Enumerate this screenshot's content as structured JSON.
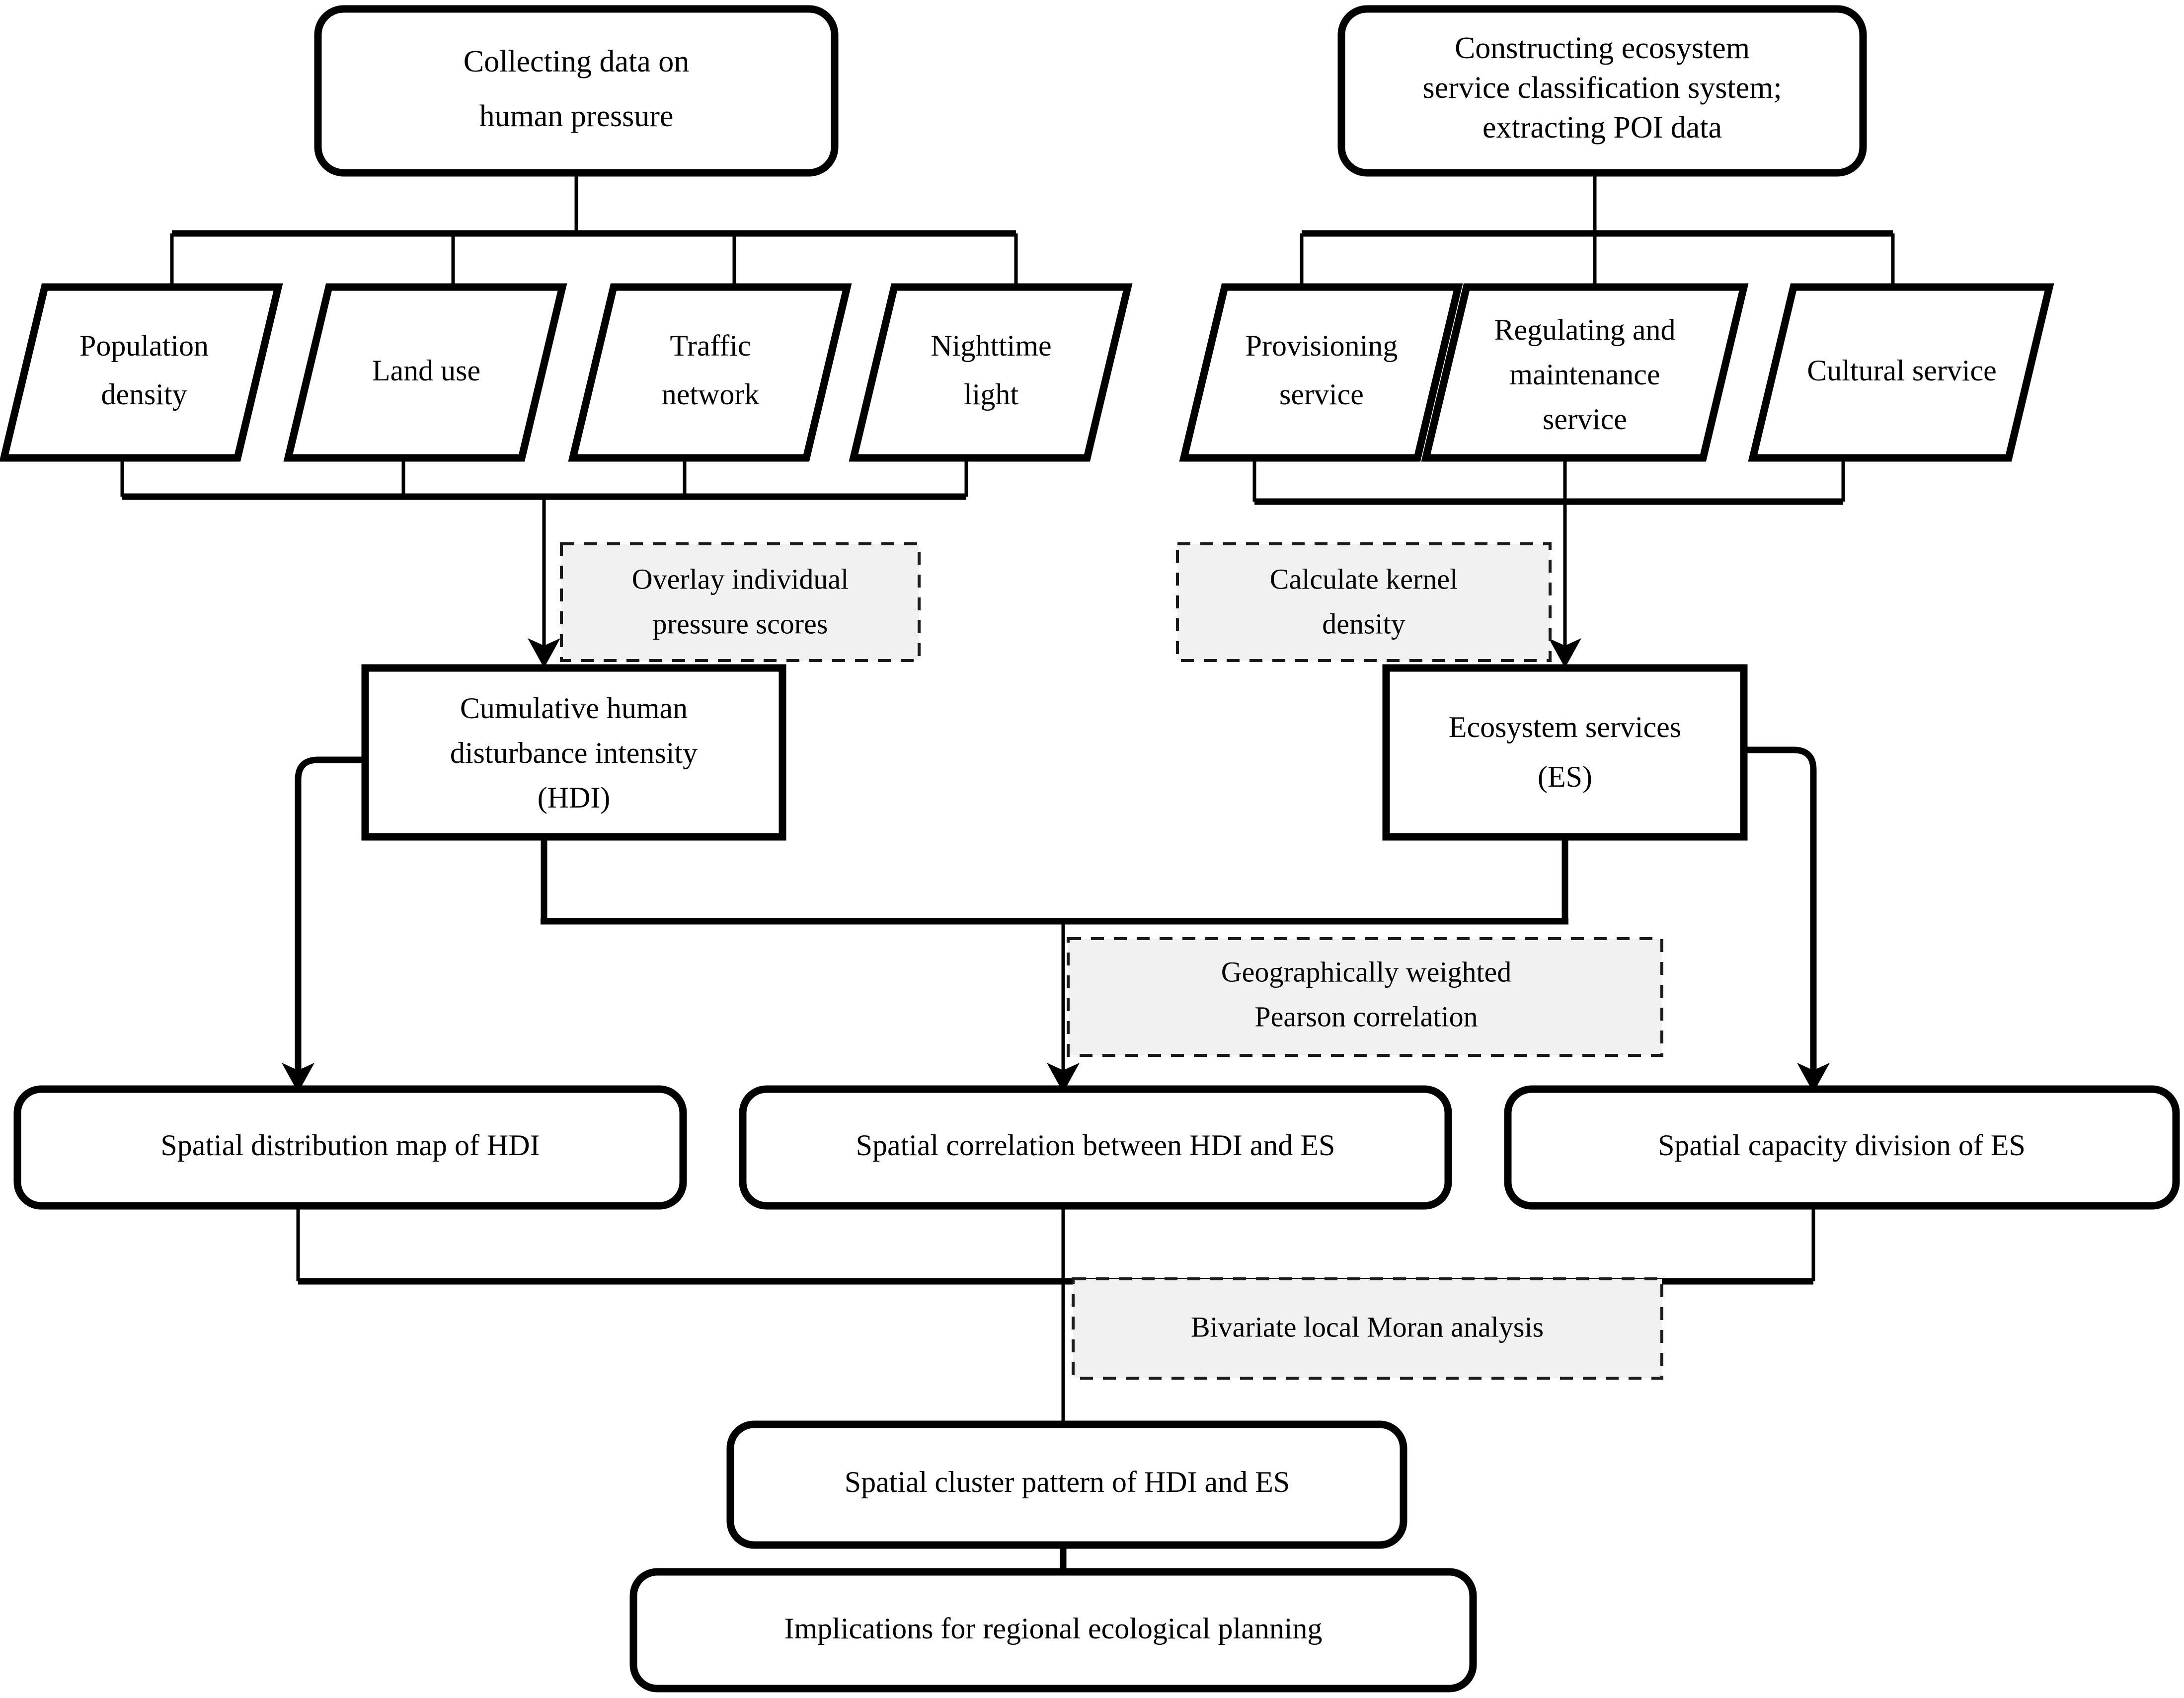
{
  "diagram": {
    "title": "Research framework flowchart: human disturbance intensity and ecosystem services",
    "type": "flowchart",
    "colors": {
      "stroke": "#000000",
      "node_fill": "#ffffff",
      "process_label_fill": "#f1f1f1",
      "process_label_stroke": "#1a1a1a"
    }
  },
  "nodes": {
    "collect_human_pressure": {
      "line1": "Collecting data on",
      "line2": "human pressure",
      "shape": "rounded-rectangle"
    },
    "construct_es_system": {
      "line1": "Constructing ecosystem",
      "line2": "service classification system;",
      "line3": "extracting POI data",
      "shape": "rounded-rectangle"
    },
    "population_density": {
      "line1": "Population",
      "line2": "density",
      "shape": "parallelogram"
    },
    "land_use": {
      "line1": "Land use",
      "line2": "",
      "shape": "parallelogram"
    },
    "traffic_network": {
      "line1": "Traffic",
      "line2": "network",
      "shape": "parallelogram"
    },
    "nighttime_light": {
      "line1": "Nighttime",
      "line2": "light",
      "shape": "parallelogram"
    },
    "provisioning_service": {
      "line1": "Provisioning",
      "line2": "service",
      "shape": "parallelogram"
    },
    "regulating_maintenance_service": {
      "line1": "Regulating and",
      "line2": "maintenance",
      "line3": "service",
      "shape": "parallelogram"
    },
    "cultural_service": {
      "line1": "Cultural service",
      "line2": "",
      "shape": "parallelogram"
    },
    "hdi": {
      "line1": "Cumulative human",
      "line2": "disturbance intensity",
      "line3": "(HDI)",
      "shape": "rectangle"
    },
    "es": {
      "line1": "Ecosystem services",
      "line2": "(ES)",
      "shape": "rectangle"
    },
    "spatial_distribution_map_hdi": {
      "line1": "Spatial distribution map of HDI",
      "shape": "rounded-rectangle"
    },
    "spatial_correlation_hdi_es": {
      "line1": "Spatial correlation between HDI and ES",
      "shape": "rounded-rectangle"
    },
    "spatial_capacity_division_es": {
      "line1": "Spatial capacity division of ES",
      "shape": "rounded-rectangle"
    },
    "spatial_cluster_pattern": {
      "line1": "Spatial cluster pattern of HDI and ES",
      "shape": "rounded-rectangle"
    },
    "implications": {
      "line1": "Implications for regional ecological planning",
      "shape": "rounded-rectangle"
    }
  },
  "process_labels": {
    "overlay_pressure_scores": {
      "line1": "Overlay individual",
      "line2": "pressure scores"
    },
    "calculate_kernel_density": {
      "line1": "Calculate kernel",
      "line2": "density"
    },
    "gw_pearson_correlation": {
      "line1": "Geographically weighted",
      "line2": "Pearson correlation"
    },
    "bivariate_moran": {
      "line1": "Bivariate local Moran analysis",
      "line2": ""
    }
  },
  "edges": [
    {
      "from": "collect_human_pressure",
      "to": "population_density"
    },
    {
      "from": "collect_human_pressure",
      "to": "land_use"
    },
    {
      "from": "collect_human_pressure",
      "to": "traffic_network"
    },
    {
      "from": "collect_human_pressure",
      "to": "nighttime_light"
    },
    {
      "from": "construct_es_system",
      "to": "provisioning_service"
    },
    {
      "from": "construct_es_system",
      "to": "regulating_maintenance_service"
    },
    {
      "from": "construct_es_system",
      "to": "cultural_service"
    },
    {
      "from": "population_density",
      "to": "hdi",
      "label": "overlay_pressure_scores"
    },
    {
      "from": "land_use",
      "to": "hdi",
      "label": "overlay_pressure_scores"
    },
    {
      "from": "traffic_network",
      "to": "hdi",
      "label": "overlay_pressure_scores"
    },
    {
      "from": "nighttime_light",
      "to": "hdi",
      "label": "overlay_pressure_scores"
    },
    {
      "from": "provisioning_service",
      "to": "es",
      "label": "calculate_kernel_density"
    },
    {
      "from": "regulating_maintenance_service",
      "to": "es",
      "label": "calculate_kernel_density"
    },
    {
      "from": "cultural_service",
      "to": "es",
      "label": "calculate_kernel_density"
    },
    {
      "from": "hdi",
      "to": "spatial_distribution_map_hdi"
    },
    {
      "from": "hdi",
      "to": "spatial_correlation_hdi_es",
      "label": "gw_pearson_correlation"
    },
    {
      "from": "es",
      "to": "spatial_correlation_hdi_es",
      "label": "gw_pearson_correlation"
    },
    {
      "from": "es",
      "to": "spatial_capacity_division_es"
    },
    {
      "from": "spatial_distribution_map_hdi",
      "to": "spatial_cluster_pattern",
      "label": "bivariate_moran"
    },
    {
      "from": "spatial_correlation_hdi_es",
      "to": "spatial_cluster_pattern",
      "label": "bivariate_moran"
    },
    {
      "from": "spatial_capacity_division_es",
      "to": "spatial_cluster_pattern",
      "label": "bivariate_moran"
    },
    {
      "from": "spatial_cluster_pattern",
      "to": "implications"
    }
  ]
}
